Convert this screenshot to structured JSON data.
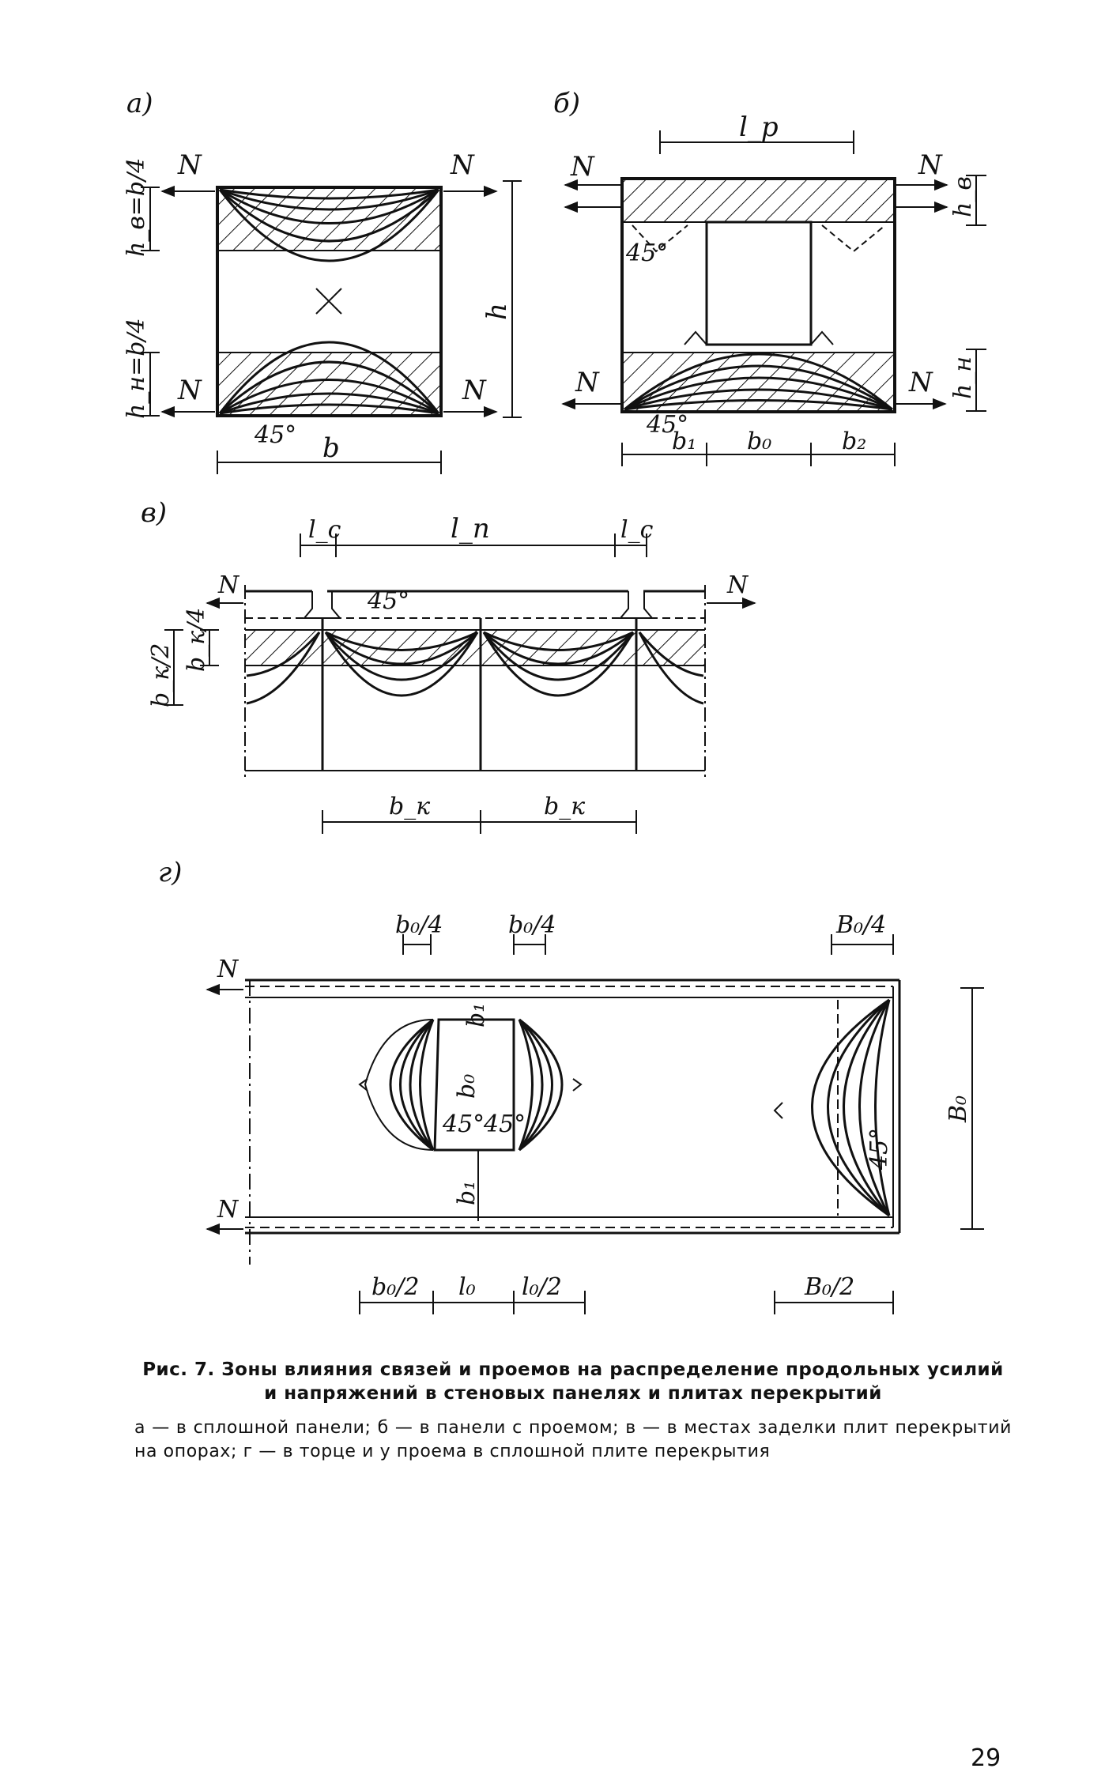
{
  "figure": {
    "panels": [
      {
        "id": "a",
        "label": "a)",
        "labels": [
          "N",
          "N",
          "N",
          "N",
          "h_в=b/4",
          "h_н=b/4",
          "h",
          "b",
          "45°"
        ]
      },
      {
        "id": "b",
        "label": "б)",
        "labels": [
          "l_p",
          "N",
          "N",
          "N",
          "N",
          "h_в",
          "h_н",
          "45°",
          "45°",
          "b₁",
          "b₀",
          "b₂"
        ]
      },
      {
        "id": "v",
        "label": "в)",
        "labels": [
          "l_c",
          "l_п",
          "l_c",
          "N",
          "N",
          "45°",
          "b_к/2",
          "b_к/4",
          "b_к",
          "b_к"
        ]
      },
      {
        "id": "g",
        "label": "г)",
        "labels": [
          "b₀/4",
          "b₀/4",
          "B₀/4",
          "N",
          "N",
          "b₁",
          "b₀",
          "b₁",
          "45°",
          "45°",
          "45°",
          "B₀",
          "b₀/2",
          "l₀",
          "l₀/2",
          "B₀/2"
        ]
      }
    ]
  },
  "caption": {
    "title": "Рис. 7. Зоны влияния связей и проемов на распределение продольных усилий и напряжений в стеновых панелях и плитах перекрытий",
    "body": "а — в сплошной панели; б — в панели с проемом; в — в местах заделки плит перекрытий на опорах; г — в торце и у проема в сплошной плите перекрытия"
  },
  "page_number": "29",
  "colors": {
    "ink": "#111111",
    "paper": "#ffffff"
  }
}
